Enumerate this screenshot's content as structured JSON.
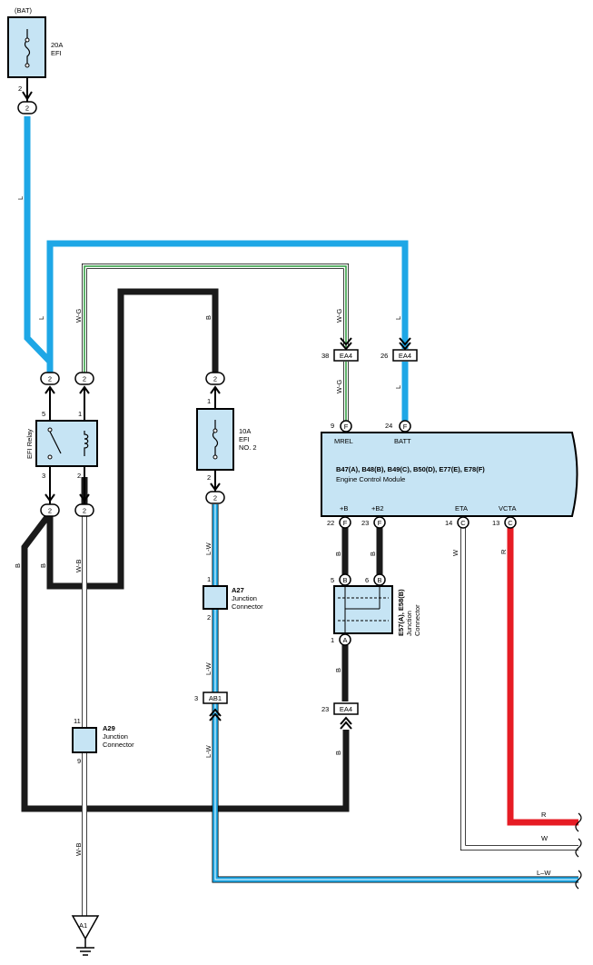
{
  "colors": {
    "light_blue": "#1ea7e6",
    "blue_fill": "#c6e4f4",
    "black": "#1a1a1a",
    "red": "#e61c24",
    "white_wire": "#ffffff",
    "green_stripe": "#2a9a3a"
  },
  "source": {
    "label": "(BAT)"
  },
  "fuse_efi": {
    "rating": "20A",
    "name": "EFI",
    "pin": "2",
    "conn": "2"
  },
  "relay": {
    "label": "EFI Relay",
    "pin_5": "5",
    "pin_1": "1",
    "pin_3": "3",
    "pin_2": "2",
    "conn_top_left": "2",
    "conn_top_right": "2",
    "conn_bot_left": "2",
    "conn_bot_right": "2"
  },
  "fuse_efi2": {
    "rating": "10A",
    "name": "EFI",
    "name2": "NO. 2",
    "pin_top": "1",
    "pin_bot": "2",
    "conn_top": "2",
    "conn_bot": "2"
  },
  "junction_a27": {
    "id": "A27",
    "line1": "Junction",
    "line2": "Connector",
    "pin_top": "1",
    "pin_bot": "2"
  },
  "junction_a29": {
    "id": "A29",
    "line1": "Junction",
    "line2": "Connector",
    "pin_top": "11",
    "pin_bot": "9"
  },
  "connector_ab1": {
    "id": "AB1",
    "pin": "3"
  },
  "connector_ea4_top_left": {
    "id": "EA4",
    "pin": "38"
  },
  "connector_ea4_top_right": {
    "id": "EA4",
    "pin": "26"
  },
  "connector_ea4_bottom": {
    "id": "EA4",
    "pin": "23"
  },
  "ecm": {
    "connectors": "B47(A), B48(B), B49(C), B50(D), E77(E), E78(F)",
    "name": "Engine Control Module",
    "pins_top": [
      {
        "num": "9",
        "conn": "F",
        "label": "MREL"
      },
      {
        "num": "24",
        "conn": "F",
        "label": "BATT"
      }
    ],
    "pins_bottom": [
      {
        "num": "22",
        "conn": "F",
        "label": "+B"
      },
      {
        "num": "23",
        "conn": "F",
        "label": "+B2"
      },
      {
        "num": "14",
        "conn": "C",
        "label": "ETA"
      },
      {
        "num": "13",
        "conn": "C",
        "label": "VCTA"
      }
    ]
  },
  "junction_e57": {
    "label": "E57(A), E58(B)",
    "line1": "Junction",
    "line2": "Connector",
    "pin_5": "5",
    "conn_5": "B",
    "pin_6": "6",
    "conn_6": "B",
    "pin_1": "1",
    "conn_1": "A"
  },
  "ground": {
    "id": "A1"
  },
  "wire_labels": {
    "l": "L",
    "wg": "W-G",
    "b": "B",
    "wb": "W-B",
    "lw": "L-W",
    "w": "W",
    "r": "R",
    "lw_dash": "L–W"
  },
  "continuation_labels": {
    "r": "R",
    "w": "W",
    "lw": "L–W"
  }
}
